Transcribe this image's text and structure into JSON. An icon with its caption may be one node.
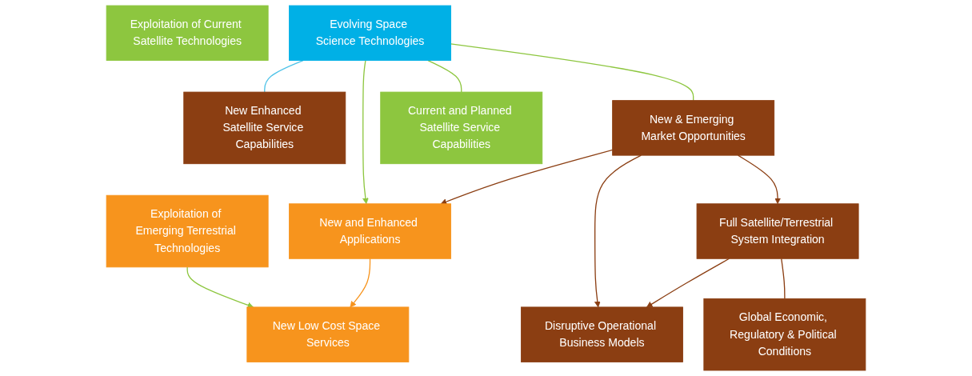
{
  "diagram": {
    "nodes": [
      {
        "text": [
          "Evolving Space Science Technologies"
        ]
      },
      {
        "text": [
          "New Enhanced Satellite Service Capabilities"
        ]
      },
      {
        "text": [
          "New & Emerging Market Opportunities"
        ]
      },
      {
        "text": [
          "Current and Planned Satellite Service Capabilities"
        ]
      },
      {
        "text": [
          "Exploitation of Emerging Terrestrial Technologies"
        ]
      },
      {
        "text": [
          "New and Enhanced Applications"
        ]
      },
      {
        "text": [
          "Full Satellite/Terrestrial System Integration"
        ]
      },
      {
        "text": [
          "Exploitation of Current Satellite Technologies"
        ]
      },
      {
        "text": [
          "New Low Cost Space Services"
        ]
      },
      {
        "text": [
          "Global Economic, Regulatory & Political Conditions"
        ]
      },
      {
        "text": [
          "Disruptive Operational Business Models"
        ]
      }
    ],
    "edges": [
      {
        "from": 0,
        "to": 1,
        "arrow": "none",
        "color": "#4fc3e8"
      },
      {
        "from": 0,
        "to": 2,
        "arrow": "none",
        "color": "#8dc63f"
      },
      {
        "from": 0,
        "to": 3,
        "arrow": "none",
        "color": "#8dc63f"
      },
      {
        "from": 0,
        "to": 5,
        "arrow": "to",
        "color": "#8dc63f"
      },
      {
        "from": 2,
        "to": 5,
        "arrow": "to"
      },
      {
        "from": 2,
        "to": 6,
        "arrow": "to"
      },
      {
        "from": 2,
        "to": 10,
        "arrow": "to"
      },
      {
        "from": 4,
        "to": 8,
        "arrow": "to",
        "color": "#8dc63f"
      },
      {
        "from": 5,
        "to": 8,
        "arrow": "to",
        "color": "#f7941d"
      },
      {
        "from": 6,
        "to": 10,
        "arrow": "to"
      },
      {
        "from": 6,
        "to": 9,
        "arrow": "none"
      }
    ]
  }
}
